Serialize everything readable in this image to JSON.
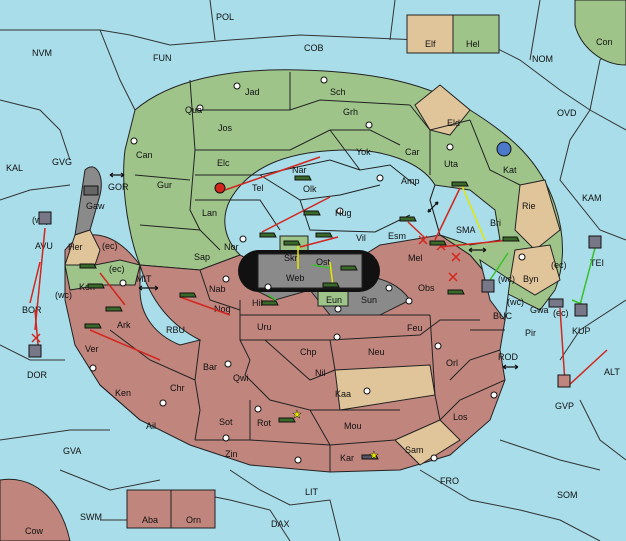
{
  "colors": {
    "sea": "#a8dde9",
    "green": "#9ec48a",
    "red": "#c0857d",
    "tan": "#e0c49a",
    "gray": "#8a8a8a",
    "black": "#111111",
    "arrow_red": "#d2261e",
    "arrow_yellow": "#e6e600",
    "arrow_green": "#3bbf2a"
  },
  "legend": {
    "elf": "Elf",
    "hel": "Hel",
    "aba": "Aba",
    "orn": "Orn",
    "cow": "Cow",
    "con": "Con"
  },
  "seas": [
    {
      "id": "POL",
      "label": "POL"
    },
    {
      "id": "NVM",
      "label": "NVM"
    },
    {
      "id": "FUN",
      "label": "FUN"
    },
    {
      "id": "COB",
      "label": "COB"
    },
    {
      "id": "NOM",
      "label": "NOM"
    },
    {
      "id": "OVD",
      "label": "OVD"
    },
    {
      "id": "KAL",
      "label": "KAL"
    },
    {
      "id": "GVG",
      "label": "GVG"
    },
    {
      "id": "GOR",
      "label": "GOR"
    },
    {
      "id": "KAM",
      "label": "KAM"
    },
    {
      "id": "SMA",
      "label": "SMA"
    },
    {
      "id": "MIT",
      "label": "MIT"
    },
    {
      "id": "RBU",
      "label": "RBU"
    },
    {
      "id": "BUC",
      "label": "BUC"
    },
    {
      "id": "ROD",
      "label": "ROD"
    },
    {
      "id": "ALT",
      "label": "ALT"
    },
    {
      "id": "GVA",
      "label": "GVA"
    },
    {
      "id": "LIT",
      "label": "LIT"
    },
    {
      "id": "FRO",
      "label": "FRO"
    },
    {
      "id": "SOM",
      "label": "SOM"
    },
    {
      "id": "SWM",
      "label": "SWM"
    },
    {
      "id": "DAX",
      "label": "DAX"
    }
  ],
  "provinces": [
    {
      "id": "Jad",
      "label": "Jad"
    },
    {
      "id": "Sch",
      "label": "Sch"
    },
    {
      "id": "Qua",
      "label": "Qua"
    },
    {
      "id": "Jos",
      "label": "Jos"
    },
    {
      "id": "Grh",
      "label": "Grh"
    },
    {
      "id": "Eld",
      "label": "Eld"
    },
    {
      "id": "Can",
      "label": "Can"
    },
    {
      "id": "Elc",
      "label": "Elc"
    },
    {
      "id": "Nar",
      "label": "Nar"
    },
    {
      "id": "Yok",
      "label": "Yok"
    },
    {
      "id": "Car",
      "label": "Car"
    },
    {
      "id": "Uta",
      "label": "Uta"
    },
    {
      "id": "Kat",
      "label": "Kat"
    },
    {
      "id": "Tel",
      "label": "Tel"
    },
    {
      "id": "Olk",
      "label": "Olk"
    },
    {
      "id": "Amp",
      "label": "Amp"
    },
    {
      "id": "Gur",
      "label": "Gur"
    },
    {
      "id": "Lan",
      "label": "Lan"
    },
    {
      "id": "Hug",
      "label": "Hug"
    },
    {
      "id": "Rie",
      "label": "Rie"
    },
    {
      "id": "Gaw",
      "label": "Gaw"
    },
    {
      "id": "Nor",
      "label": "Nor"
    },
    {
      "id": "Vil",
      "label": "Vil"
    },
    {
      "id": "Esm",
      "label": "Esm"
    },
    {
      "id": "Bri",
      "label": "Bri"
    },
    {
      "id": "Sap",
      "label": "Sap"
    },
    {
      "id": "Skr",
      "label": "Skr"
    },
    {
      "id": "Mel",
      "label": "Mel"
    },
    {
      "id": "Her",
      "label": "Her"
    },
    {
      "id": "Web",
      "label": "Web"
    },
    {
      "id": "Ost",
      "label": "Ost"
    },
    {
      "id": "Byn",
      "label": "Byn"
    },
    {
      "id": "Kon",
      "label": "Kon"
    },
    {
      "id": "Nab",
      "label": "Nab"
    },
    {
      "id": "Eun",
      "label": "Eun"
    },
    {
      "id": "Obs",
      "label": "Obs"
    },
    {
      "id": "Hil",
      "label": "Hil"
    },
    {
      "id": "Sun",
      "label": "Sun"
    },
    {
      "id": "Ark",
      "label": "Ark"
    },
    {
      "id": "Nog",
      "label": "Nog"
    },
    {
      "id": "Gwa",
      "label": "Gwa"
    },
    {
      "id": "Uru",
      "label": "Uru"
    },
    {
      "id": "Feu",
      "label": "Feu"
    },
    {
      "id": "Pir",
      "label": "Pir"
    },
    {
      "id": "Ver",
      "label": "Ver"
    },
    {
      "id": "Chp",
      "label": "Chp"
    },
    {
      "id": "Neu",
      "label": "Neu"
    },
    {
      "id": "Bar",
      "label": "Bar"
    },
    {
      "id": "Orl",
      "label": "Orl"
    },
    {
      "id": "Qwi",
      "label": "Qwi"
    },
    {
      "id": "Nil",
      "label": "Nil"
    },
    {
      "id": "Chr",
      "label": "Chr"
    },
    {
      "id": "Ken",
      "label": "Ken"
    },
    {
      "id": "Kaa",
      "label": "Kaa"
    },
    {
      "id": "Los",
      "label": "Los"
    },
    {
      "id": "Ail",
      "label": "Ail"
    },
    {
      "id": "Sot",
      "label": "Sot"
    },
    {
      "id": "Rot",
      "label": "Rot"
    },
    {
      "id": "Mou",
      "label": "Mou"
    },
    {
      "id": "Zin",
      "label": "Zin"
    },
    {
      "id": "Sam",
      "label": "Sam"
    },
    {
      "id": "Kar",
      "label": "Kar"
    },
    {
      "id": "TEI",
      "label": "TEI"
    },
    {
      "id": "KUP",
      "label": "KUP"
    },
    {
      "id": "GVP",
      "label": "GVP"
    },
    {
      "id": "BOR",
      "label": "BOR"
    },
    {
      "id": "DOR",
      "label": "DOR"
    },
    {
      "id": "AVU",
      "label": "AVU"
    }
  ],
  "coast_tags": [
    {
      "id": "wc_avu",
      "label": "(wc)"
    },
    {
      "id": "ec_her",
      "label": "(ec)"
    },
    {
      "id": "ec_kon",
      "label": "(ec)"
    },
    {
      "id": "wc_kon",
      "label": "(wc)"
    },
    {
      "id": "wc_byn",
      "label": "(wc)"
    },
    {
      "id": "ec_tei",
      "label": "(ec)"
    },
    {
      "id": "wc_gwa",
      "label": "(wc)"
    },
    {
      "id": "ec_gwa",
      "label": "(ec)"
    }
  ]
}
